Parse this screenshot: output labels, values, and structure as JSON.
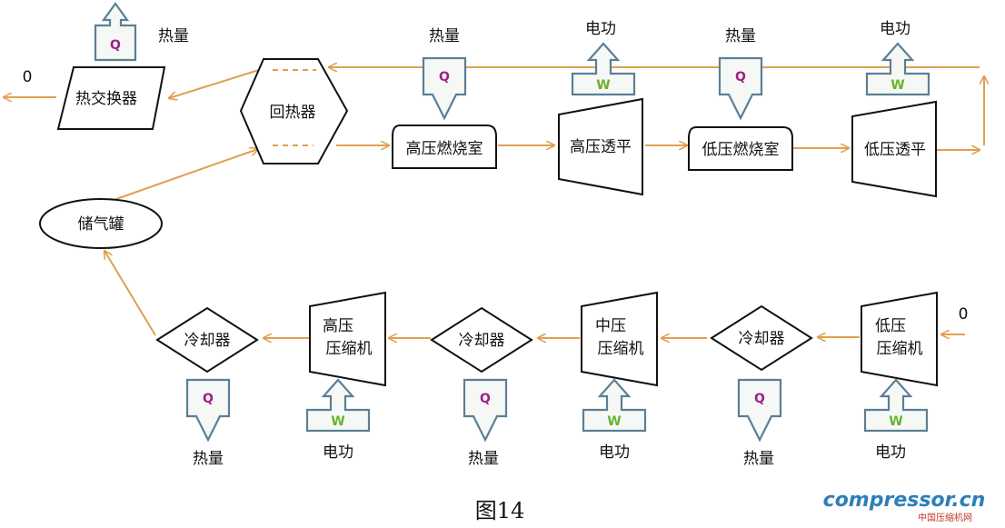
{
  "nodes": {
    "heat_exchanger": "热交换器",
    "recuperator": "回热器",
    "storage_tank": "储气罐",
    "hp_combustor": "高压燃烧室",
    "hp_turbine": "高压透平",
    "lp_combustor": "低压燃烧室",
    "lp_turbine": "低压透平",
    "hp_compressor": [
      "高压",
      "压缩机"
    ],
    "mp_compressor": [
      "中压",
      "压缩机"
    ],
    "lp_compressor": [
      "低压",
      "压缩机"
    ],
    "cooler": "冷却器"
  },
  "labels": {
    "heat": "热量",
    "power": "电功",
    "q_symbol": "Q",
    "w_symbol": "W",
    "zero": "0"
  },
  "caption": "图14",
  "watermark": {
    "brand": "compressor.cn",
    "sub": "中国压缩机网"
  },
  "colors": {
    "flow_line": "#e0a050",
    "box_outline": "#5b7f95",
    "box_fill": "#f5f8f5",
    "q_color": "#a0208a",
    "w_color": "#6bb030",
    "ink": "#111111"
  }
}
